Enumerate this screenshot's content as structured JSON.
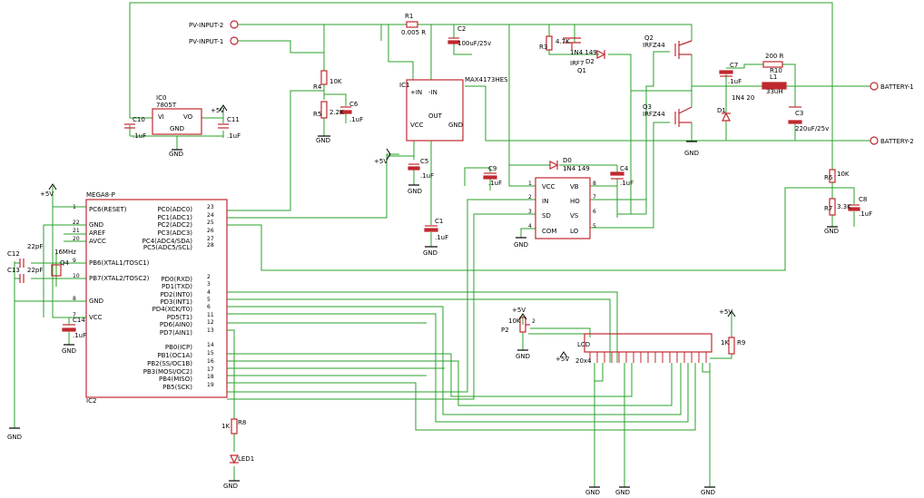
{
  "labels": {
    "pv_input_2": "PV-INPUT-2",
    "pv_input_1": "PV-INPUT-1",
    "battery_1": "BATTERY-1",
    "battery_2": "BATTERY-2",
    "r1_name": "R1",
    "r1_value": "0.005 R",
    "c2_name": "C2",
    "c2_value": "100uF/25v",
    "r3_name": "R3",
    "r3_value": "4.7K",
    "d2_name": "D2",
    "d2_value": "1N4 149",
    "q1_name": "Q1",
    "q1_value": "IRF7",
    "q2_name": "Q2",
    "q2_value": "IRFZ44",
    "q3_name": "Q3",
    "q3_value": "IRFZ44",
    "c7_name": "C7",
    "c7_value": ".1uF",
    "r10_name": "R10",
    "r10_value": "200 R",
    "l1_name": "L1",
    "l1_value": "33uH",
    "d1_name": "D1",
    "d1_value": "1N4 20",
    "c3_top_name": "C3",
    "c3_top_value": "220uF/25v",
    "ic0_name": "IC0",
    "ic0_value": "7805T",
    "ic0_vi": "VI",
    "ic0_vo": "VO",
    "ic0_gnd": "GND",
    "c10_name": "C10",
    "c10_value": ".1uF",
    "c11_name": "C11",
    "c11_value": ".1uF",
    "r4_name": "R4",
    "r4_value": "10K",
    "r5_name": "R5",
    "r5_value": "2.2K",
    "c6_name": "C6",
    "c6_value": ".1uF",
    "ic1_name": "IC1",
    "ic1_value": "MAX4173HES",
    "ic1_pin_plus": "+IN",
    "ic1_pin_minus": "-IN",
    "ic1_pin_vcc": "VCC",
    "ic1_pin_out": "OUT",
    "ic1_pin_gnd": "GND",
    "c5_name": "C5",
    "c5_value": ".1uF",
    "c1_name": "C1",
    "c1_value": ".1uF",
    "c9_name": "C9",
    "c9_value": ".1uF",
    "d0_name": "D0",
    "d0_value": "1N4 149",
    "c4_name": "C4",
    "c4_value": ".1uF",
    "ir_vcc": "VCC",
    "ir_vb": "VB",
    "ir_in": "IN",
    "ir_ho": "HO",
    "ir_sd": "SD",
    "ir_vs": "VS",
    "ir_com": "COM",
    "ir_lo": "LO",
    "r6_name": "R6",
    "r6_value": "10K",
    "r7_name": "R7",
    "r7_value": "3.3K",
    "c8_name": "C8",
    "c8_value": ".1uF",
    "mcu_name": "MEGA8-P",
    "mcu_ref": "IC2",
    "mcu_left_pins": [
      "PC6(RESET)",
      "GND",
      "AREF",
      "AVCC",
      "PB6(XTAL1/TOSC1)",
      "PB7(XTAL2/TOSC2)",
      "GND",
      "VCC"
    ],
    "mcu_left_nums": [
      "1",
      "22",
      "21",
      "20",
      "9",
      "10",
      "8",
      "7"
    ],
    "mcu_right_pins": [
      "PC0(ADC0)",
      "PC1(ADC1)",
      "PC2(ADC2)",
      "PC3(ADC3)",
      "PC4(ADC4/SDA)",
      "PC5(ADC5/SCL)",
      "PD0(RXD)",
      "PD1(TXD)",
      "PD2(INT0)",
      "PD3(INT1)",
      "PD4(XCK/T0)",
      "PD5(T1)",
      "PD6(AIN0)",
      "PD7(AIN1)",
      "PB0(ICP)",
      "PB1(OC1A)",
      "PB2(SS/OC1B)",
      "PB3(MOSI/OC2)",
      "PB4(MISO)",
      "PB5(SCK)"
    ],
    "mcu_right_nums": [
      "23",
      "24",
      "25",
      "26",
      "27",
      "28",
      "2",
      "3",
      "4",
      "5",
      "6",
      "11",
      "12",
      "13",
      "14",
      "15",
      "16",
      "17",
      "18",
      "19"
    ],
    "c12_name": "C12",
    "c12_value": "22pF",
    "c13_name": "C13",
    "c13_value": "22pF",
    "q4_name": "Q4",
    "q4_value": "16MHz",
    "c14_name": "C14",
    "c14_value": ".1uF",
    "r8_name": "R8",
    "r8_value": "1K",
    "led_name": "LED1",
    "p2_name": "P2",
    "p2_value": "10K",
    "lcd_name": "LCD",
    "lcd_value": "20x4",
    "r9_name": "R9",
    "r9_value": "1K",
    "gnd": "GND",
    "plus5v": "+5V"
  },
  "colors": {
    "wire": "#2aa02a",
    "component": "#c0282f",
    "text": "#000000",
    "background": "#ffffff"
  }
}
